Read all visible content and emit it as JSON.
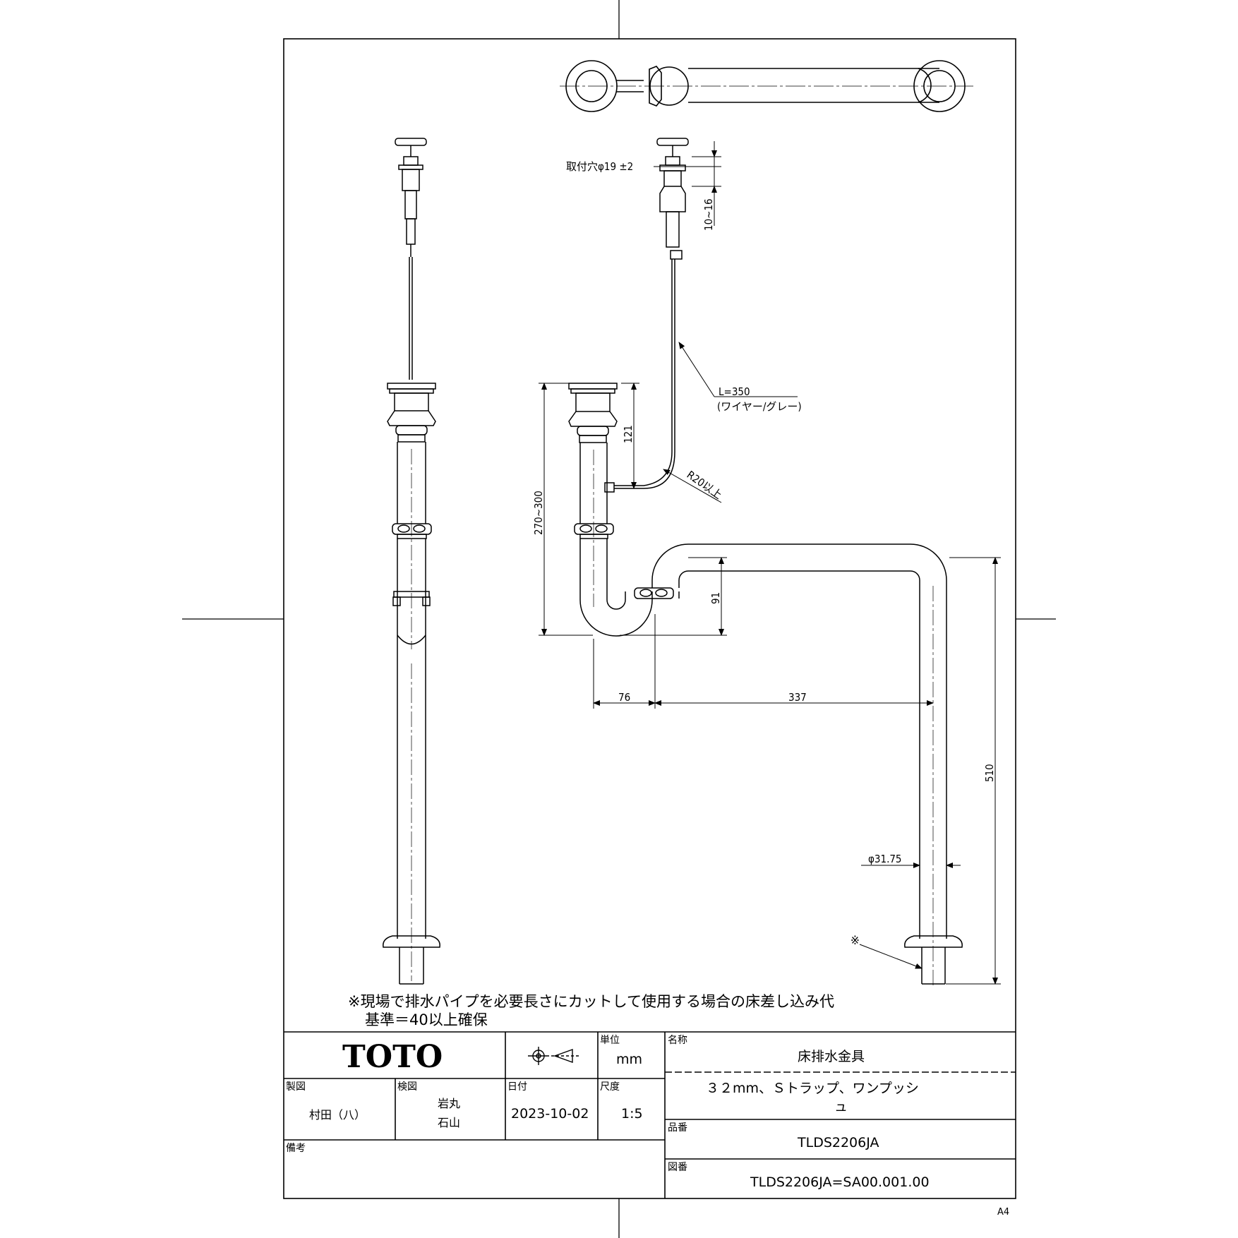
{
  "notes": {
    "field_note_line1": "※現場で排水パイプを必要長さにカットして使用する場合の床差し込み代",
    "field_note_line2": "基準＝40以上確保",
    "asterisk_marker": "※"
  },
  "dimensions": {
    "mount_hole": "取付穴φ19 ±2",
    "range_10_16": "10~16",
    "wire_length": "L=350",
    "wire_desc": "(ワイヤー/グレー)",
    "d121": "121",
    "range_270_300": "270~300",
    "bend_radius": "R20以上",
    "d91": "91",
    "d76": "76",
    "d337": "337",
    "d510": "510",
    "pipe_dia": "φ31.75"
  },
  "title_block": {
    "logo": "TOTO",
    "unit_label": "単位",
    "unit_value": "mm",
    "name_label": "名称",
    "name_value": "床排水金具",
    "subtitle_line1": "３２mm、Ｓトラップ、ワンプッシ",
    "subtitle_line2": "ュ",
    "drafted_label": "製図",
    "drafted_value": "村田（八）",
    "checked_label": "検図",
    "checked_value1": "岩丸",
    "checked_value2": "石山",
    "date_label": "日付",
    "date_value": "2023-10-02",
    "scale_label": "尺度",
    "scale_value": "1:5",
    "part_no_label": "品番",
    "part_no_value": "TLDS2206JA",
    "remarks_label": "備考",
    "drawing_no_label": "図番",
    "drawing_no_value": "TLDS2206JA=SA00.001.00"
  },
  "sheet": {
    "paper_size": "A4"
  }
}
